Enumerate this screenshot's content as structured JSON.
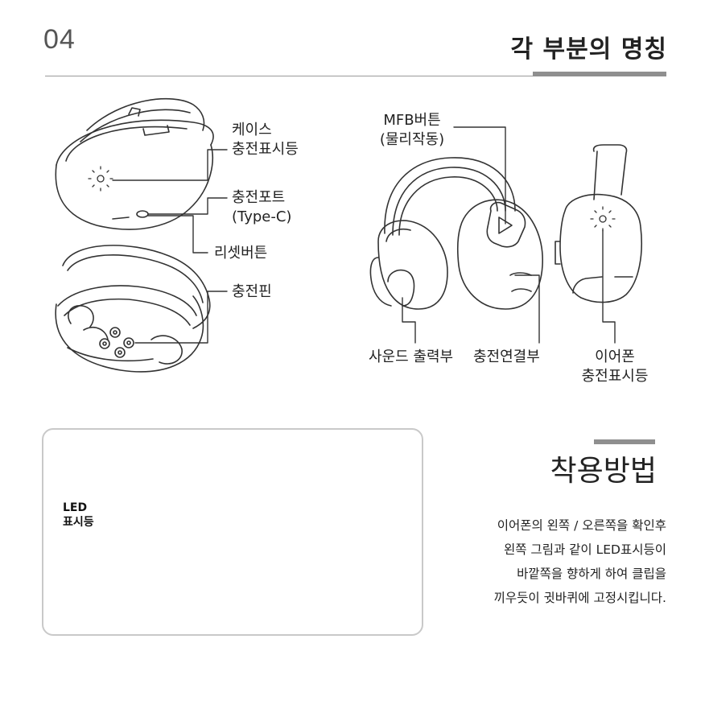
{
  "header": {
    "page_number": "04",
    "title": "각 부분의 명칭"
  },
  "case_labels": {
    "case_led": [
      "케이스",
      "충전표시등"
    ],
    "charging_port": [
      "충전포트",
      "(Type-C)"
    ],
    "reset_button": "리셋버튼",
    "charging_pin": "충전핀"
  },
  "earphone_labels": {
    "mfb_button": [
      "MFB버튼",
      "(물리작동)"
    ],
    "sound_output": "사운드 출력부",
    "charging_connector": "충전연결부",
    "earphone_led": [
      "이어폰",
      "충전표시등"
    ]
  },
  "wearing": {
    "title": "착용방법",
    "led_label": [
      "LED",
      "표시등"
    ],
    "instructions": [
      "이어폰의 왼쪽 / 오른쪽을 확인후",
      "왼쪽 그림과 같이 LED표시등이",
      "바깥쪽을 향하게 하여 클립을",
      "끼우듯이 귓바퀴에 고정시킵니다."
    ]
  },
  "colors": {
    "line": "#333333",
    "accent_bar": "#8f8f8f"
  }
}
